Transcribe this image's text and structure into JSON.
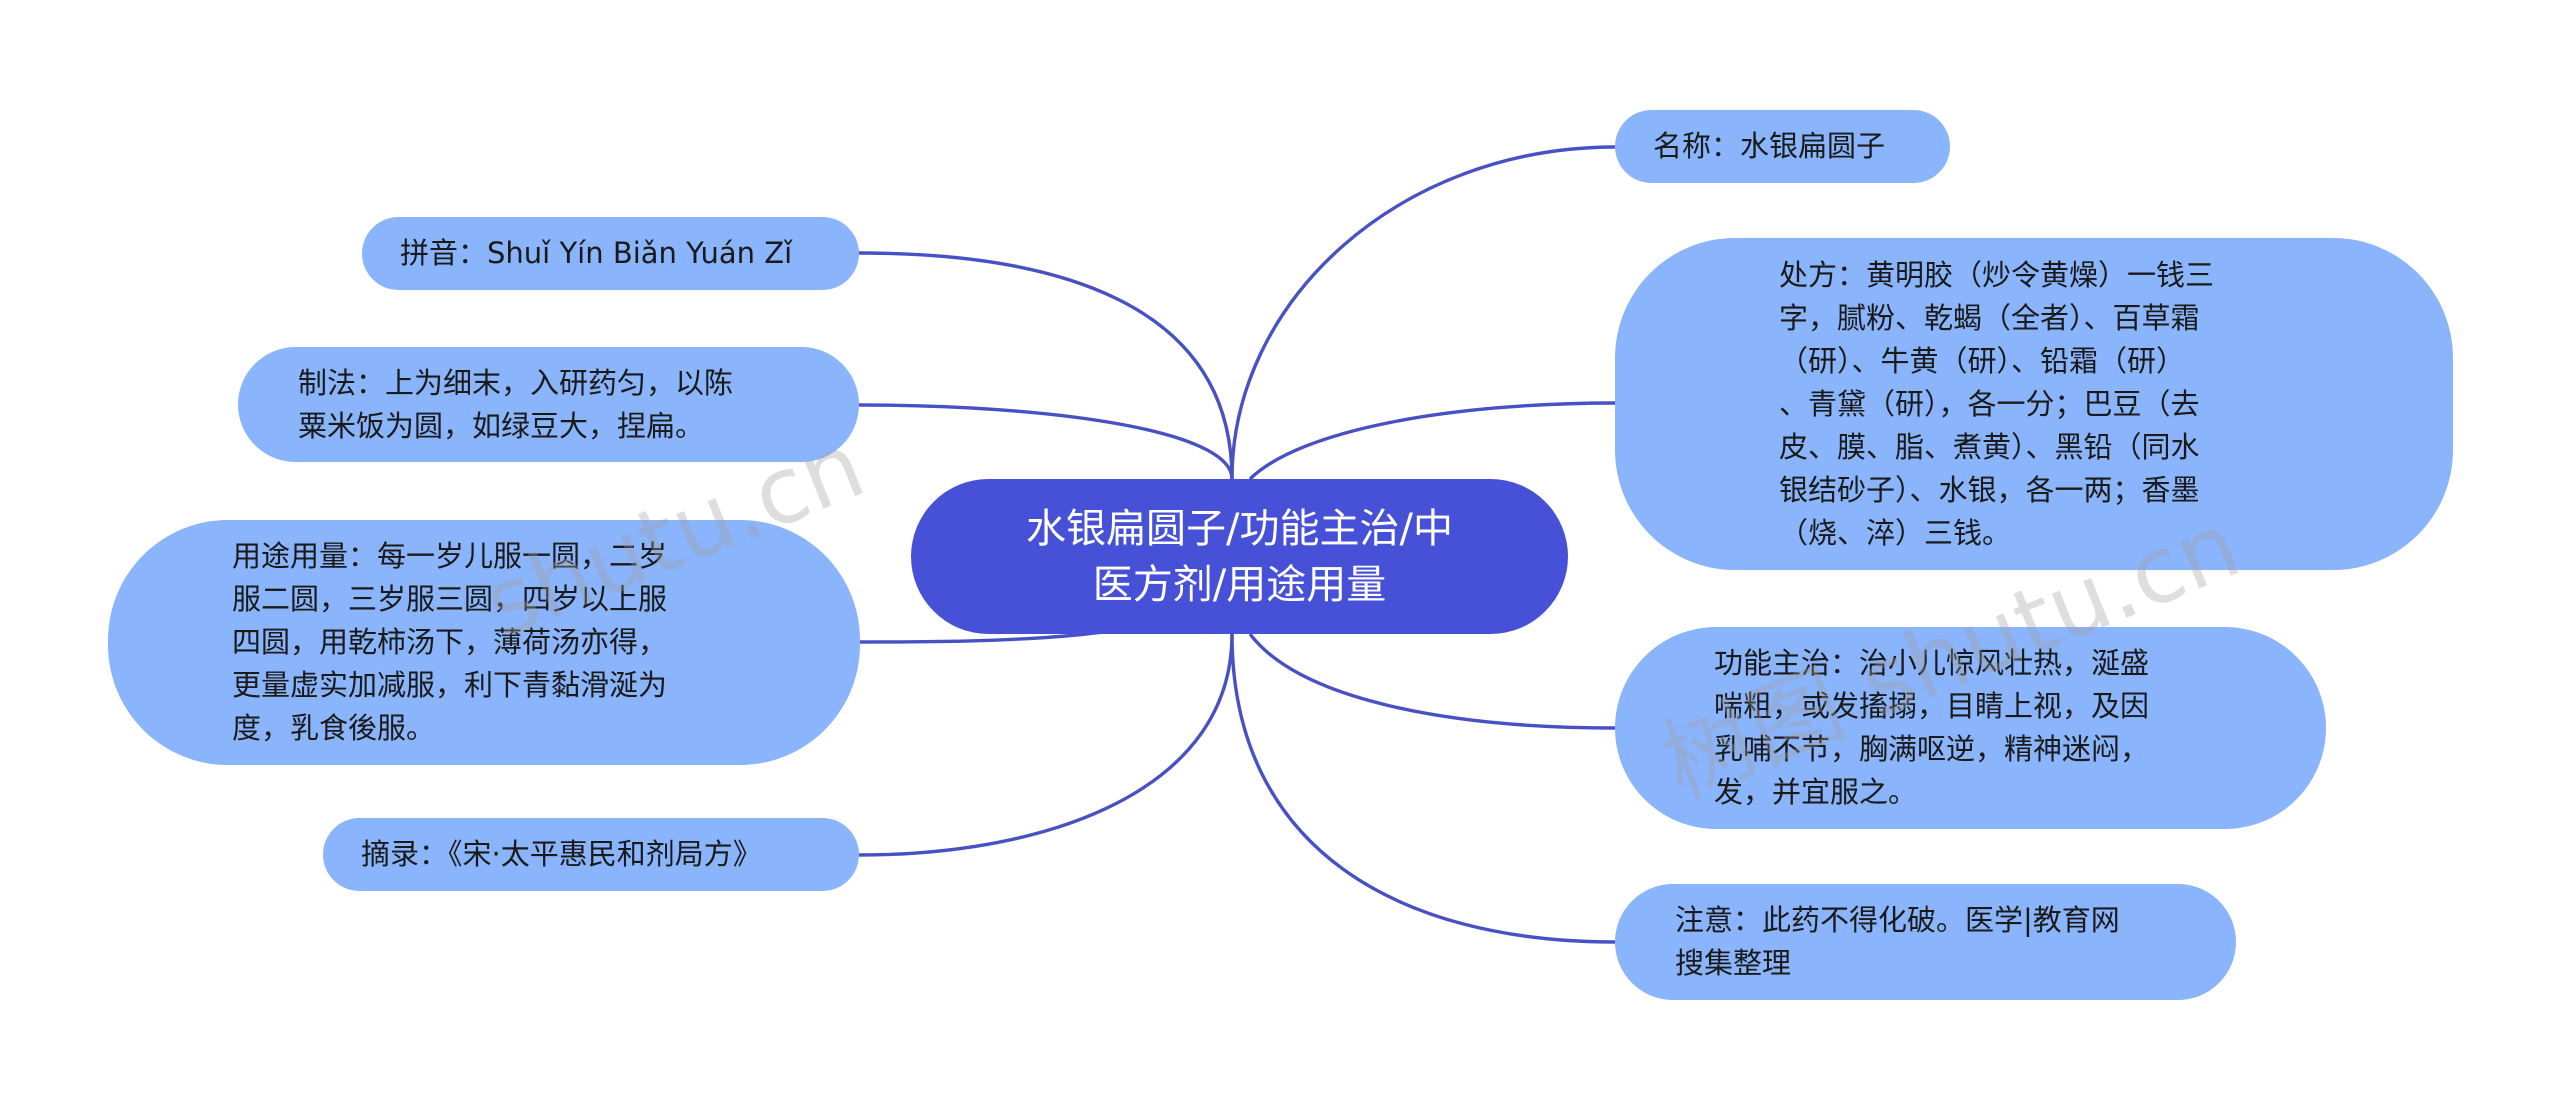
{
  "root": {
    "label": "水银扁圆子/功能主治/中\n医方剂/用途用量"
  },
  "nodes": {
    "name": "名称：水银扁圆子",
    "pinyin": "拼音：Shuǐ Yín Biǎn Yuán Zǐ",
    "method": "制法：上为细末，入研药匀，以陈\n粟米饭为圆，如绿豆大，捏扁。",
    "usage": "用途用量：每一岁儿服一圆，二岁\n服二圆，三岁服三圆，四岁以上服\n四圆，用乾柿汤下，薄荷汤亦得，\n更量虚实加减服，利下青黏滑涎为\n度，乳食後服。",
    "excerpt": "摘录：《宋·太平惠民和剂局方》",
    "formula": "处方：黄明胶（炒令黄燥）一钱三\n字，腻粉、乾蝎（全者）、百草霜\n（研）、牛黄（研）、铅霜（研）\n、青黛（研），各一分；巴豆（去\n皮、膜、脂、煮黄）、黑铅（同水\n银结砂子）、水银，各一两；香墨\n（烧、淬）三钱。",
    "function": "功能主治：治小儿惊风壮热，涎盛\n喘粗，或发搐搦，目睛上视，及因\n乳哺不节，胸满呕逆，精神迷闷，\n发，并宜服之。",
    "note": "注意：此药不得化破。医学|教育网\n搜集整理"
  },
  "watermarks": [
    "shutu.cn",
    "树图 shutu.cn"
  ],
  "colors": {
    "root_fill": "#4751d7",
    "node_fill": "#8ab4fb",
    "link": "#4751c4"
  }
}
